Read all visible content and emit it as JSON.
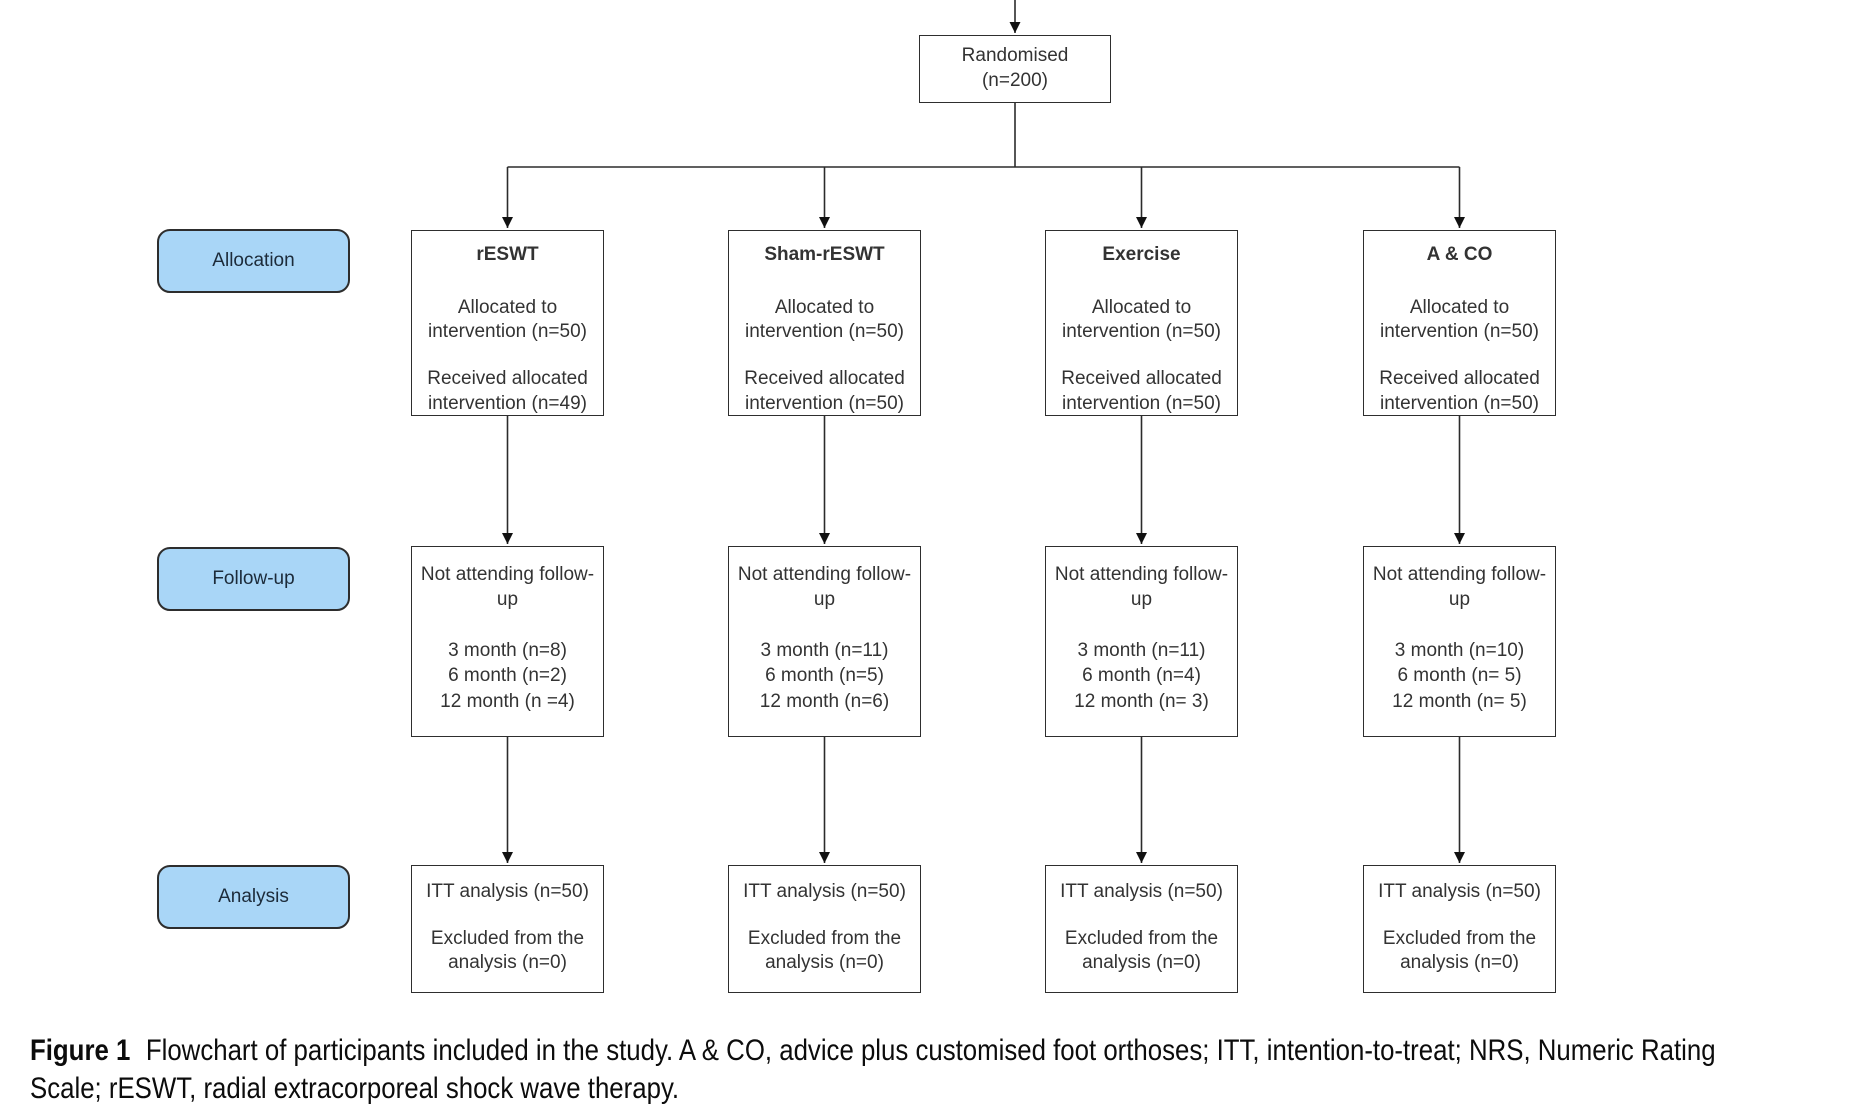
{
  "diagram": {
    "randomised": {
      "line1": "Randomised",
      "line2": "(n=200)"
    },
    "row_labels": [
      {
        "label": "Allocation"
      },
      {
        "label": "Follow-up"
      },
      {
        "label": "Analysis"
      }
    ],
    "columns": [
      {
        "title": "rESWT",
        "allocated": "Allocated to intervention (n=50)",
        "received": "Received allocated intervention (n=49)",
        "followup_title": "Not attending follow-up",
        "followup_lines": [
          "3 month (n=8)",
          "6 month (n=2)",
          "12 month (n =4)"
        ],
        "itt": "ITT analysis (n=50)",
        "excluded": "Excluded from the analysis (n=0)"
      },
      {
        "title": "Sham-rESWT",
        "allocated": "Allocated to intervention (n=50)",
        "received": "Received allocated intervention (n=50)",
        "followup_title": "Not attending follow-up",
        "followup_lines": [
          "3 month (n=11)",
          "6 month (n=5)",
          "12 month (n=6)"
        ],
        "itt": "ITT analysis (n=50)",
        "excluded": "Excluded from the analysis (n=0)"
      },
      {
        "title": "Exercise",
        "allocated": "Allocated to intervention (n=50)",
        "received": "Received allocated intervention (n=50)",
        "followup_title": "Not attending follow-up",
        "followup_lines": [
          "3 month (n=11)",
          "6 month (n=4)",
          "12 month (n= 3)"
        ],
        "itt": "ITT analysis (n=50)",
        "excluded": "Excluded from the analysis (n=0)"
      },
      {
        "title": "A & CO",
        "allocated": "Allocated to intervention (n=50)",
        "received": "Received allocated intervention (n=50)",
        "followup_title": "Not attending follow-up",
        "followup_lines": [
          "3 month (n=10)",
          "6 month (n= 5)",
          "12 month (n= 5)"
        ],
        "itt": "ITT analysis (n=50)",
        "excluded": "Excluded from the analysis (n=0)"
      }
    ],
    "caption": {
      "fig_label": "Figure 1",
      "line1": "Flowchart of participants included in the study. A & CO, advice plus customised foot orthoses; ITT, intention-to-treat; NRS, Numeric Rating",
      "line2": "Scale; rESWT, radial extracorporeal shock wave therapy."
    }
  },
  "colors": {
    "label_fill": "#a9d6f7",
    "label_border": "#2d2d2d",
    "label_text": "#1c2b3a",
    "box_border": "#2e2e2e",
    "line_color": "#2b2b2b",
    "text_color": "#333333"
  }
}
